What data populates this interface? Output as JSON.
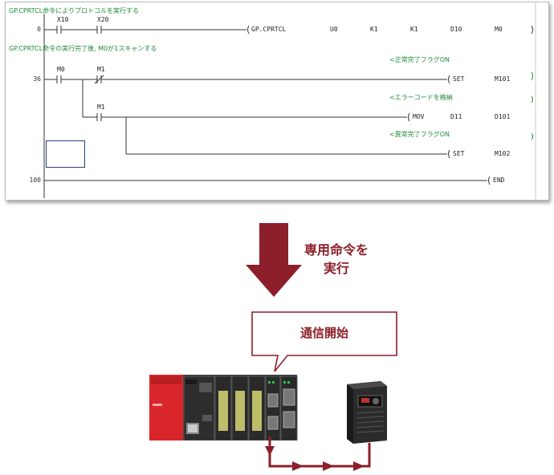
{
  "ladder": {
    "rungs": [
      {
        "step": "0",
        "comment": "GP.CPRTCL命令によりプロトコルを実行する",
        "contacts": [
          "X10",
          "X20"
        ],
        "instruction": "GP.CPRTCL",
        "operands": [
          "U0",
          "K1",
          "K1",
          "D10",
          "M0"
        ]
      },
      {
        "step": "36",
        "comment": "GP.CPRTCL命令の実行完了後, M0が1スキャンする",
        "contacts": [
          "M0",
          "M1",
          "M1"
        ],
        "outputs": [
          {
            "comment": "<正常完了フラグON",
            "instruction": "SET",
            "operands": [
              "M101"
            ]
          },
          {
            "comment": "<エラーコードを格納",
            "instruction": "MOV",
            "operands": [
              "D11",
              "D101"
            ]
          },
          {
            "comment": "<異常完了フラグON",
            "instruction": "SET",
            "operands": [
              "M102"
            ]
          }
        ]
      },
      {
        "step": "100",
        "instruction": "END"
      }
    ]
  },
  "arrow_label": {
    "line1": "専用命令を",
    "line2": "実行"
  },
  "bubble": {
    "text": "通信開始"
  },
  "colors": {
    "accent": "#8c1f2a",
    "comment_green": "#1f8a3a",
    "selection_border": "#24407a",
    "plc_red": "#d9262b"
  },
  "icons": {
    "plc": "plc-icon",
    "inverter": "inverter-icon"
  }
}
